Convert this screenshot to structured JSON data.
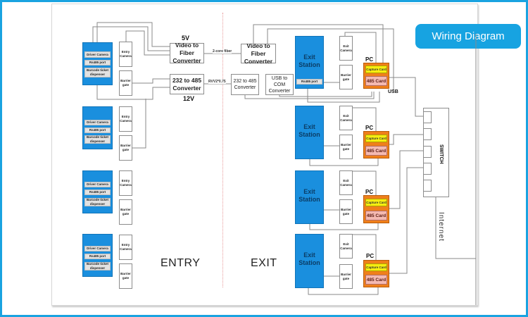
{
  "badge": {
    "label": "Wiring Diagram"
  },
  "sections": {
    "entry_label": "ENTRY",
    "exit_label": "EXIT"
  },
  "entry_station": {
    "chips": [
      "Driver Camera",
      "Rs485 port",
      "Barcode ticket dispenser"
    ],
    "camera_label": "Entry Camera",
    "barrier_label": "Barrier gate",
    "count": 4
  },
  "entry_converters": {
    "video_fiber": "Video to Fiber Converter",
    "video_fiber_voltage": "5V",
    "rs232_485": "232 to 485 Converter",
    "rs232_485_voltage": "12V"
  },
  "links": {
    "fiber": "2-core fiber",
    "cable": "RVV2*0.75"
  },
  "exit_converters": {
    "video_fiber": "Video to Fiber Converter",
    "rs232_485": "232 to 485 Converter",
    "usb_com": "USB to COM Converter"
  },
  "exit_station": {
    "title": "Exit Station",
    "chip": "Rs485 port",
    "camera_label": "Exit Camera",
    "barrier_label": "Barrier gate",
    "count": 4
  },
  "pc": {
    "label": "PC",
    "capture_card": "Capture Card",
    "card_485": "485 Card",
    "usb_label": "USB"
  },
  "switch": {
    "label": "SWITCH",
    "ports": 5
  },
  "internet": {
    "label": "Internet"
  },
  "colors": {
    "frame_blue": "#1aa3e0",
    "station_blue": "#1a8fde",
    "pc_orange": "#ef7f1a",
    "capture_yellow": "#f6ee10",
    "card_pink": "#f4b9b1"
  }
}
